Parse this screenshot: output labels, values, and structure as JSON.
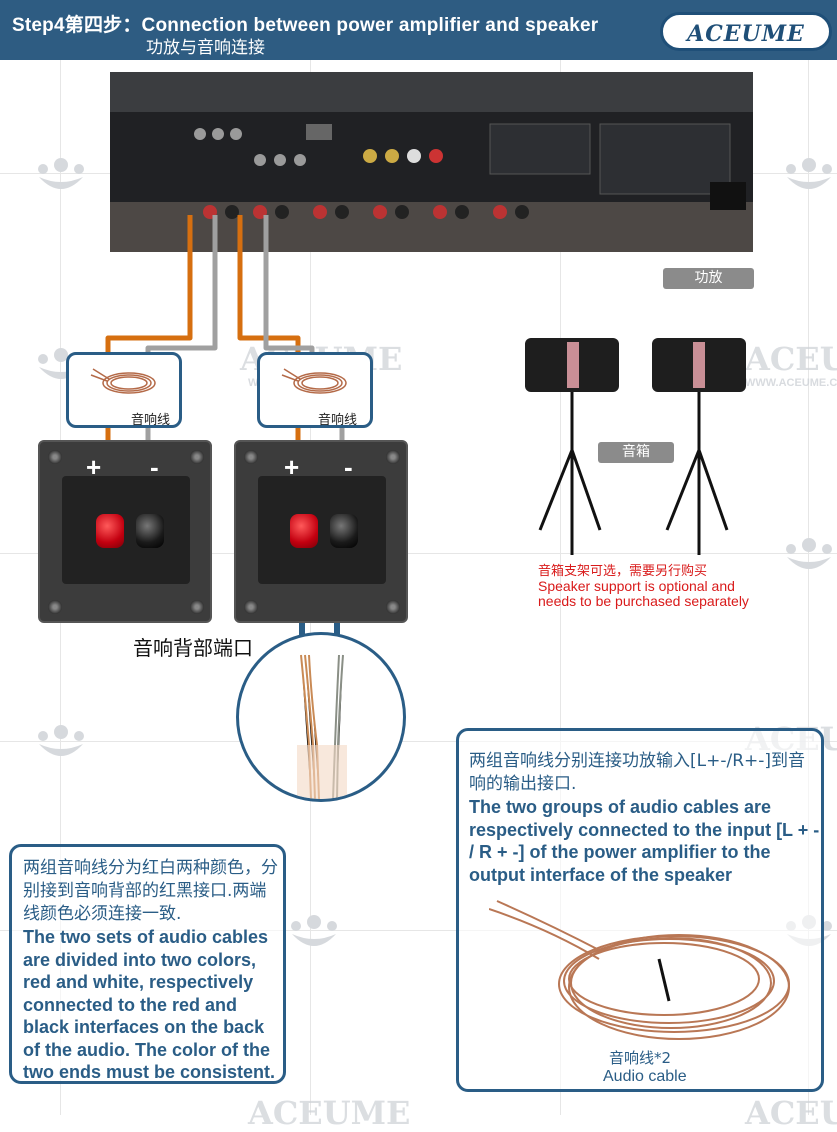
{
  "header": {
    "title": "Step4第四步：Connection between power amplifier and speaker",
    "subtitle": "功放与音响连接",
    "logo": "ACEUME"
  },
  "watermark": {
    "brand": "ACEUME",
    "url": "WWW.ACEUME.COM"
  },
  "amplifier": {
    "tag": "功放"
  },
  "speaker_stand": {
    "tag": "音箱",
    "note_cn": "音箱支架可选，需要另行购买",
    "note_en": "Speaker support is optional and needs to be purchased separately"
  },
  "terminals": {
    "wire_caption_left": "音响线",
    "wire_caption_right": "音响线",
    "plus": "+",
    "minus": "-",
    "caption": "音响背部端口"
  },
  "left_text": {
    "cn": "两组音响线分为红白两种颜色，分别接到音响背部的红黑接口.两端线颜色必须连接一致.",
    "en": "The two sets of audio cables are divided into two colors, red and white, respectively connected to the red and black interfaces on the back of the audio. The color of the two ends must be consistent."
  },
  "right_text": {
    "cn": "两组音响线分别连接功放输入[L+-/R+-]到音响的输出接口.",
    "en": "The two groups of audio cables are respectively connected to the input [L + - / R + -] of the power amplifier to the output interface of the speaker",
    "cable_cn": "音响线*2",
    "cable_en": "Audio cable"
  },
  "colors": {
    "header_bg": "#2e5c82",
    "frame_blue": "#2a5d86",
    "wire_orange": "#d66f10",
    "wire_gray": "#a0a0a0",
    "note_red": "#d91a1a"
  }
}
